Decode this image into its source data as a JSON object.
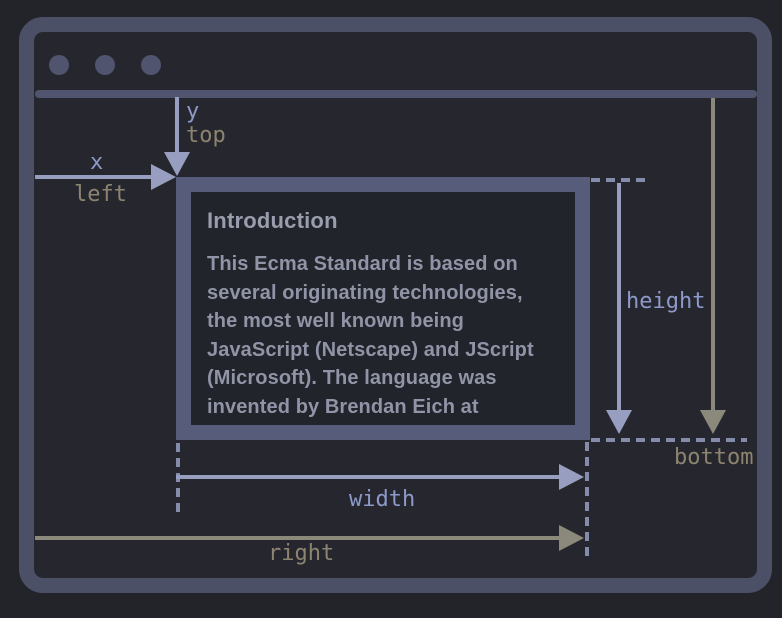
{
  "labels": {
    "x": "x",
    "y": "y",
    "top": "top",
    "left": "left",
    "width": "width",
    "height": "height",
    "right": "right",
    "bottom": "bottom"
  },
  "content_box": {
    "heading": "Introduction",
    "paragraph_lines": [
      "This Ecma Standard is based on",
      "several originating technologies,",
      "the most well known being",
      "JavaScript (Netscape) and JScript",
      "(Microsoft). The language was",
      "invented by Brendan Eich at"
    ]
  },
  "icons": {
    "window_control_dot": "circle",
    "arrow_down": "triangle-down",
    "arrow_right": "triangle-right"
  },
  "colors": {
    "page_background": "#232429",
    "window_background": "#26272e",
    "window_chrome": "#4c5066",
    "box_border": "#575c7a",
    "box_background": "#22242b",
    "box_text": "#9094a6",
    "coordinate_label": "#8d99c9",
    "edge_label": "#8d8470",
    "coordinate_arrow": "#979ec0",
    "edge_arrow": "#8b897b",
    "dashed_guide": "#858cab"
  }
}
